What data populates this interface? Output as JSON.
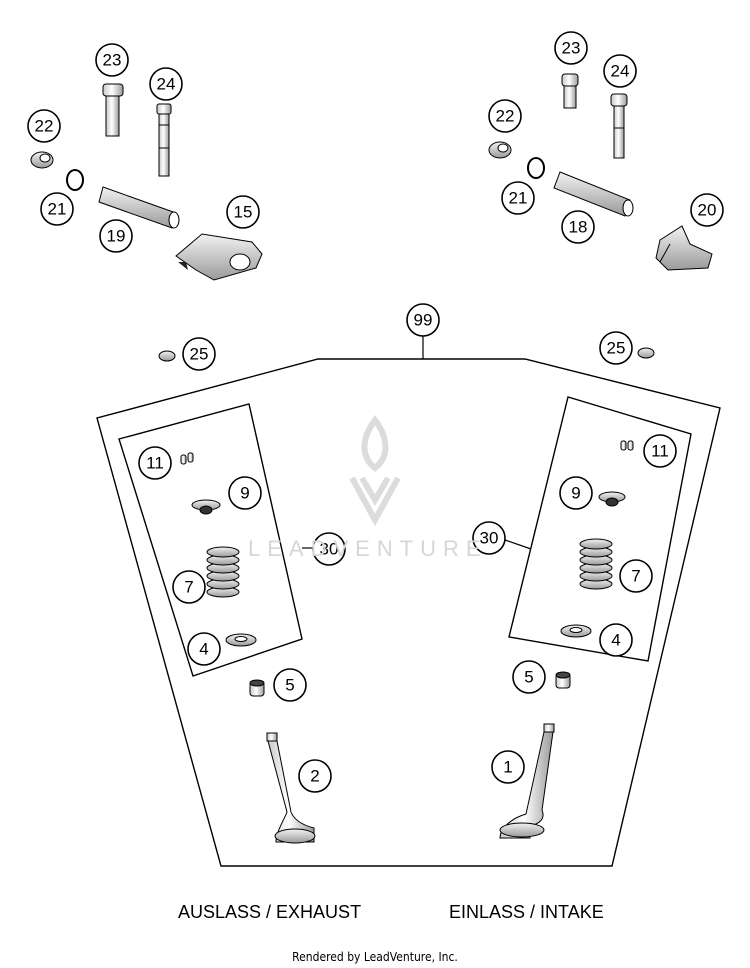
{
  "callouts": {
    "c1": "1",
    "c2": "2",
    "c4": "4",
    "c5": "5",
    "c7": "7",
    "c9": "9",
    "c11": "11",
    "c15": "15",
    "c18": "18",
    "c19": "19",
    "c20": "20",
    "c21": "21",
    "c22": "22",
    "c23": "23",
    "c24": "24",
    "c25": "25",
    "c30": "30",
    "c99": "99"
  },
  "captions": {
    "exhaust": "AUSLASS / EXHAUST",
    "intake": "EINLASS / INTAKE"
  },
  "watermark": "LEADVENTURE",
  "credit": "Rendered by LeadVenture, Inc."
}
